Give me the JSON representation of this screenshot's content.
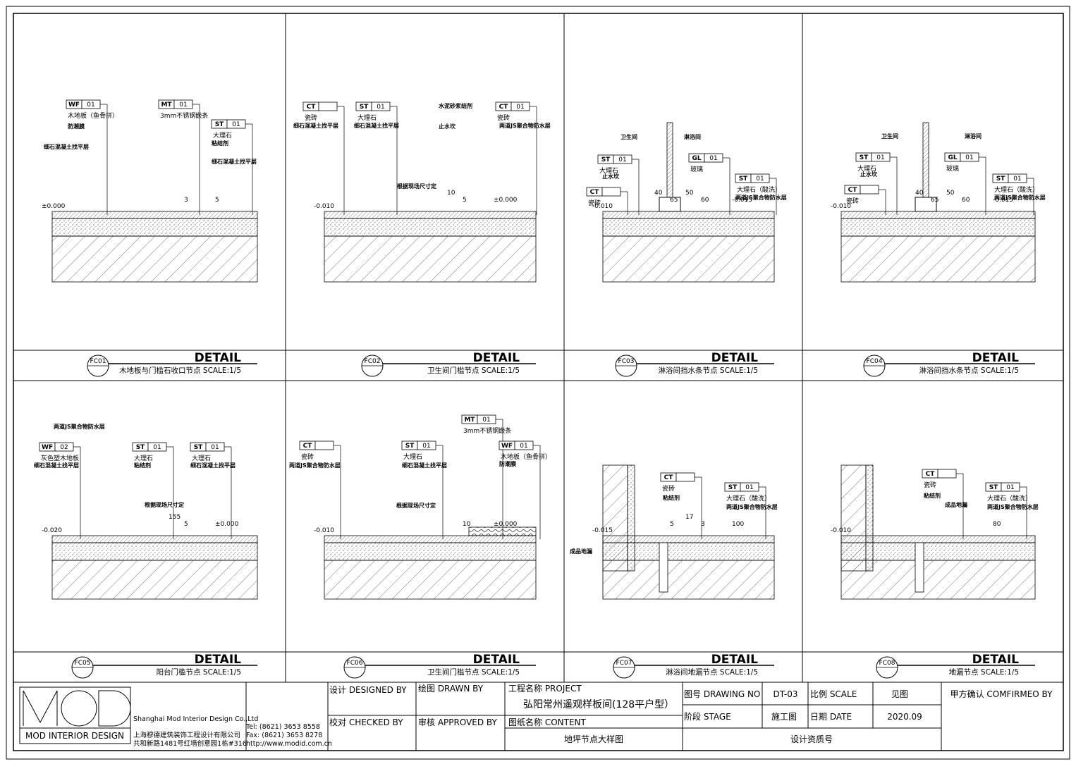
{
  "details": [
    {
      "code": "FC01",
      "title": "DETAIL",
      "subtitle": "木地板与门槛石收口节点",
      "scale": "SCALE:1/5",
      "tags": [
        {
          "code": "WF",
          "num": "01",
          "label": "木地板（鱼骨拼）"
        },
        {
          "code": "MT",
          "num": "01",
          "label": "3mm不锈钢嵌条"
        },
        {
          "code": "ST",
          "num": "01",
          "label": "大理石"
        }
      ],
      "notes": [
        "防潮膜",
        "细石混凝土找平层",
        "粘结剂",
        "细石混凝土找平层"
      ],
      "dims": [
        "±0.000",
        "5",
        "3"
      ]
    },
    {
      "code": "FC02",
      "title": "DETAIL",
      "subtitle": "卫生间门槛节点",
      "scale": "SCALE:1/5",
      "tags": [
        {
          "code": "CT",
          "num": "",
          "label": "瓷砖"
        },
        {
          "code": "ST",
          "num": "01",
          "label": "大理石"
        },
        {
          "code": "CT",
          "num": "01",
          "label": "瓷砖"
        }
      ],
      "notes": [
        "细石混凝土找平层",
        "细石混凝土找平层",
        "水泥砂浆结剂",
        "止水坎",
        "两道JS聚合物防水层",
        "根据现场尺寸定"
      ],
      "dims": [
        "-0.010",
        "±0.000",
        "5",
        "10"
      ]
    },
    {
      "code": "FC03",
      "title": "DETAIL",
      "subtitle": "淋浴间挡水条节点",
      "scale": "SCALE:1/5",
      "tags": [
        {
          "code": "ST",
          "num": "01",
          "label": "大理石"
        },
        {
          "code": "CT",
          "num": "",
          "label": "瓷砖"
        },
        {
          "code": "GL",
          "num": "01",
          "label": "玻璃"
        },
        {
          "code": "ST",
          "num": "01",
          "label": "大理石（酸洗）"
        }
      ],
      "notes": [
        "卫生间",
        "淋浴间",
        "止水坎",
        "两道JS聚合物防水层"
      ],
      "dims": [
        "-0.010",
        "-0.015",
        "60",
        "50",
        "65",
        "40"
      ]
    },
    {
      "code": "FC04",
      "title": "DETAIL",
      "subtitle": "淋浴间挡水条节点",
      "scale": "SCALE:1/5",
      "tags": [
        {
          "code": "ST",
          "num": "01",
          "label": "大理石"
        },
        {
          "code": "CT",
          "num": "",
          "label": "瓷砖"
        },
        {
          "code": "GL",
          "num": "01",
          "label": "玻璃"
        },
        {
          "code": "ST",
          "num": "01",
          "label": "大理石（酸洗）"
        }
      ],
      "notes": [
        "卫生间",
        "淋浴间",
        "止水坎",
        "两道JS聚合物防水层"
      ],
      "dims": [
        "-0.010",
        "-0.015",
        "60",
        "50",
        "65",
        "40"
      ]
    },
    {
      "code": "FC05",
      "title": "DETAIL",
      "subtitle": "阳台门槛节点",
      "scale": "SCALE:1/5",
      "tags": [
        {
          "code": "WF",
          "num": "02",
          "label": "灰色塑木地板"
        },
        {
          "code": "ST",
          "num": "01",
          "label": "大理石"
        },
        {
          "code": "ST",
          "num": "01",
          "label": "大理石"
        }
      ],
      "notes": [
        "两道JS聚合物防水层",
        "细石混凝土找平层",
        "粘结剂",
        "细石混凝土找平层",
        "根据现场尺寸定"
      ],
      "dims": [
        "-0.020",
        "±0.000",
        "5",
        "155"
      ]
    },
    {
      "code": "FC06",
      "title": "DETAIL",
      "subtitle": "卫生间门槛节点",
      "scale": "SCALE:1/5",
      "tags": [
        {
          "code": "CT",
          "num": "",
          "label": "瓷砖"
        },
        {
          "code": "ST",
          "num": "01",
          "label": "大理石"
        },
        {
          "code": "MT",
          "num": "01",
          "label": "3mm不锈钢嵌条"
        },
        {
          "code": "WF",
          "num": "01",
          "label": "木地板（鱼骨拼）"
        }
      ],
      "notes": [
        "两道JS聚合物防水层",
        "细石混凝土找平层",
        "防潮膜",
        "根据现场尺寸定"
      ],
      "dims": [
        "-0.010",
        "±0.000",
        "10"
      ]
    },
    {
      "code": "FC07",
      "title": "DETAIL",
      "subtitle": "淋浴间地漏节点",
      "scale": "SCALE:1/5",
      "tags": [
        {
          "code": "CT",
          "num": "",
          "label": "瓷砖"
        },
        {
          "code": "ST",
          "num": "01",
          "label": "大理石（酸洗）"
        }
      ],
      "notes": [
        "粘结剂",
        "两道JS聚合物防水层",
        "成品地漏"
      ],
      "dims": [
        "-0.015",
        "100",
        "3",
        "17",
        "5"
      ]
    },
    {
      "code": "FC08",
      "title": "DETAIL",
      "subtitle": "地漏节点",
      "scale": "SCALE:1/5",
      "tags": [
        {
          "code": "CT",
          "num": "",
          "label": "瓷砖"
        },
        {
          "code": "ST",
          "num": "01",
          "label": "大理石（酸洗）"
        }
      ],
      "notes": [
        "粘结剂",
        "成品地漏",
        "两道JS聚合物防水层"
      ],
      "dims": [
        "-0.010",
        "80"
      ]
    }
  ],
  "titleblock": {
    "logo_text": "MOD INTERIOR DESIGN",
    "company_en": "Shanghai Mod Interior Design Co.,Ltd",
    "company_cn": "上海穆德建筑装饰工程设计有限公司",
    "address": "共和新路1481号红墙创意园1栋#316",
    "tel": "Tel: (8621) 3653 8558",
    "fax": "Fax: (8621) 3653 8278",
    "web": "http://www.modid.com.cn",
    "designed_by": "设计 DESIGNED BY",
    "drawn_by": "绘图 DRAWN BY",
    "checked_by": "校对 CHECKED BY",
    "approved_by": "审核 APPROVED BY",
    "project_label": "工程名称 PROJECT",
    "project_value": "弘阳常州遥观样板间(128平户型）",
    "content_label": "图纸名称 CONTENT",
    "content_value": "地坪节点大样图",
    "drawing_no_label": "图号 DRAWING NO",
    "drawing_no_value": "DT-03",
    "scale_label": "比例 SCALE",
    "scale_value": "见图",
    "stage_label": "阶段 STAGE",
    "stage_value": "施工图",
    "date_label": "日期 DATE",
    "date_value": "2020.09",
    "cert_label": "设计资质号",
    "confirm_label": "甲方确认 COMFIRMEO BY"
  }
}
